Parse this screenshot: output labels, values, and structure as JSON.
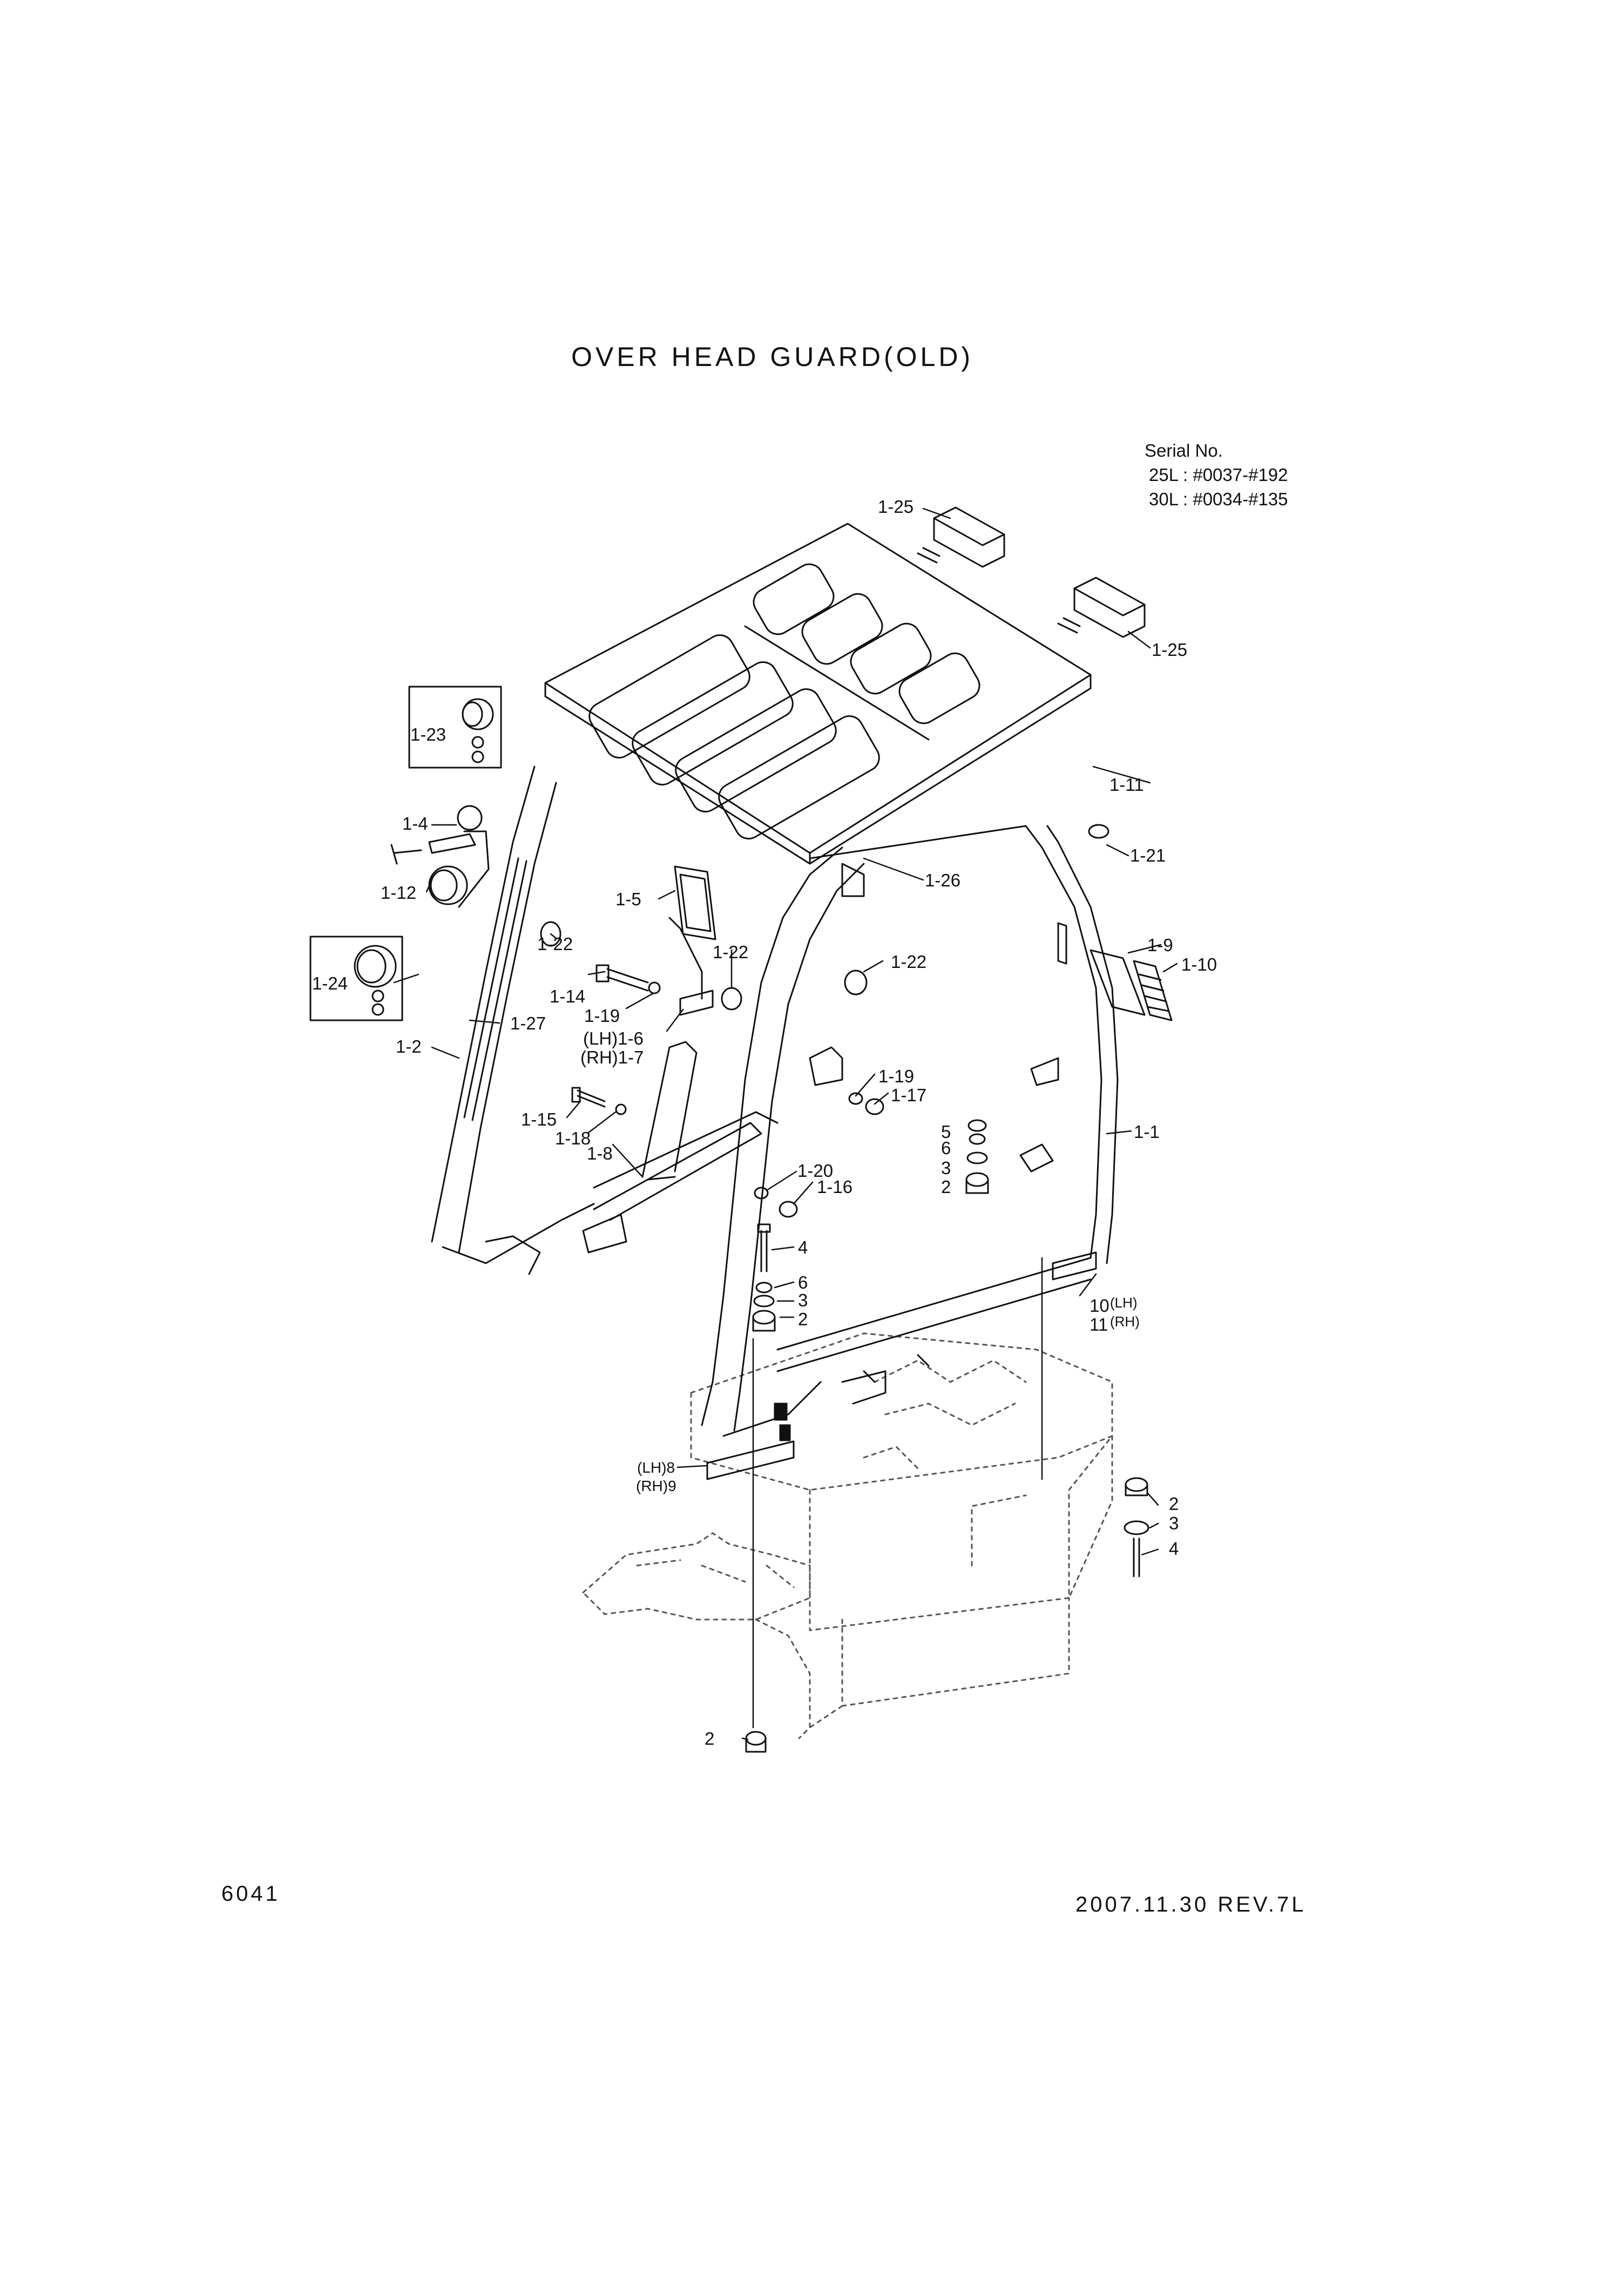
{
  "title": "OVER HEAD GUARD(OLD)",
  "serial": {
    "heading": "Serial No.",
    "lines": [
      "25L : #0037-#192",
      "30L : #0034-#135"
    ]
  },
  "page_number": "6041",
  "revision": "2007.11.30  REV.7L",
  "callouts": {
    "c_1_25a": "1-25",
    "c_1_25b": "1-25",
    "c_1_23": "1-23",
    "c_1_11": "1-11",
    "c_1_4": "1-4",
    "c_1_21": "1-21",
    "c_1_12": "1-12",
    "c_1_26": "1-26",
    "c_1_5": "1-5",
    "c_1_22a": "1-22",
    "c_1_22b": "1-22",
    "c_1_22c": "1-22",
    "c_1_9": "1-9",
    "c_1_10": "1-10",
    "c_1_24": "1-24",
    "c_1_14": "1-14",
    "c_1_19a": "1-19",
    "c_1_27": "1-27",
    "c_1_6": "(LH)1-6",
    "c_1_7": "(RH)1-7",
    "c_1_2": "1-2",
    "c_1_19b": "1-19",
    "c_1_17": "1-17",
    "c_1_15": "1-15",
    "c_1_18": "1-18",
    "c_1_8": "1-8",
    "c_1_1": "1-1",
    "c_5": "5",
    "c_6a": "6",
    "c_3a": "3",
    "c_2a": "2",
    "c_1_20": "1-20",
    "c_1_16": "1-16",
    "c_4a": "4",
    "c_6b": "6",
    "c_3b": "3",
    "c_2b": "2",
    "c_10": "10",
    "c_10s": "(LH)",
    "c_11": "11",
    "c_11s": "(RH)",
    "c_8": "(LH)8",
    "c_9": "(RH)9",
    "c_2c": "2",
    "c_3c": "3",
    "c_4b": "4",
    "c_2d": "2"
  }
}
